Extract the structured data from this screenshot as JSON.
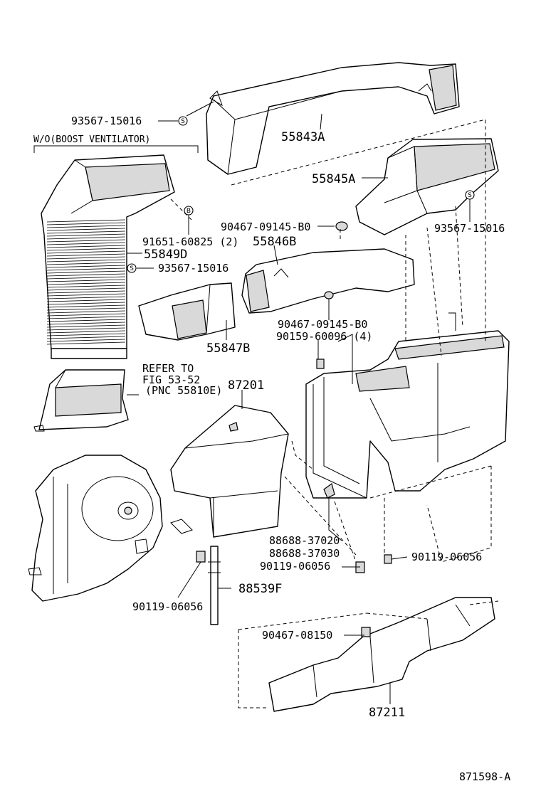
{
  "diagram_code": "871598-A",
  "variant_note": "W/O(BOOST VENTILATOR)",
  "refer_note": [
    "REFER TO",
    "FIG 53-52",
    "(PNC 55810E)"
  ],
  "symbols": {
    "s": "S",
    "b": "B"
  },
  "labels": {
    "p93567_top": "93567-15016",
    "p55843A": "55843A",
    "p55845A": "55845A",
    "p90467_a": "90467-09145-B0",
    "p93567_right": "93567-15016",
    "p91651": "91651-60825 (2)",
    "p55846B": "55846B",
    "p55849D": "55849D",
    "p93567_left": "93567-15016",
    "p90467_b": "90467-09145-B0",
    "p90159": "90159-60096 (4)",
    "p55847B": "55847B",
    "p87201": "87201",
    "p88688_a": "88688-37020",
    "p88688_b": "88688-37030",
    "p90119_a": "90119-06056",
    "p90119_b": "90119-06056",
    "p90119_c": "90119-06056",
    "p88539F": "88539F",
    "p90467_c": "90467-08150",
    "p87211": "87211"
  }
}
